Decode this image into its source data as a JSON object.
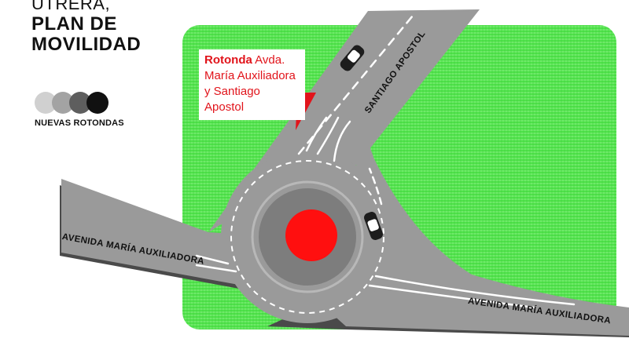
{
  "header": {
    "line1": "UTRERA,",
    "line2": "PLAN DE",
    "line3": "MOVILIDAD"
  },
  "legend": {
    "label": "NUEVAS ROTONDAS",
    "dot_colors": [
      "#d0d0d0",
      "#a3a3a3",
      "#5e5e5e",
      "#111111"
    ]
  },
  "callout": {
    "bold": "Rotonda",
    "text1": " Avda.",
    "text2": "María Auxiliadora",
    "text3": "y Santiago Apostol"
  },
  "streets": {
    "north": "SANTIAGO APOSTOL",
    "west": "AVENIDA MARÍA AUXILIADORA",
    "east": "AVENIDA MARÍA AUXILIADORA"
  },
  "colors": {
    "green": "#4fe24a",
    "road": "#9a9a9a",
    "road_shadow": "#4a4a4a",
    "roundabout_center": "#ff0f0f",
    "callout_red": "#e1141b"
  }
}
